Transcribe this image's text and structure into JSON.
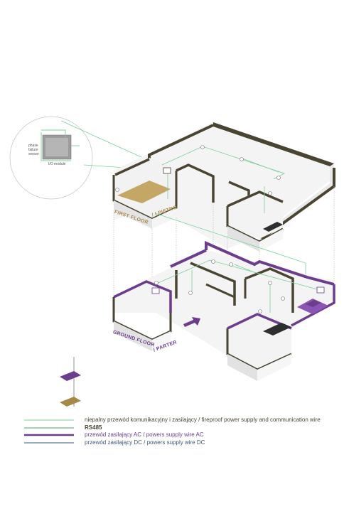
{
  "colors": {
    "green": "#7ccf9a",
    "purple": "#6b3d8c",
    "olive": "#4a4432",
    "gold": "#a48a46",
    "blue": "#3b5a78",
    "gray": "#9a9a9a",
    "wall": "#ededed"
  },
  "detail": {
    "sensor_label_1": "phase",
    "sensor_label_2": "failure",
    "sensor_label_3": "sensor",
    "module_label": "I/O module"
  },
  "floors": {
    "first": {
      "label_left": "FIRST FLOOR",
      "label_right": "/ I PIĘTRO"
    },
    "ground": {
      "label_left": "GROUND FLOOR",
      "label_right": "/ PARTER"
    }
  },
  "legend": [
    {
      "text": "niepalny przewód komunikacyjny i zasilający / fireproof power supply and communication wire",
      "color": "#7ccf9a"
    },
    {
      "text": "RS485",
      "color": "#5a9a6e"
    },
    {
      "text": "przewód zasilający AC / powers supply wire AC",
      "color": "#6b3d8c"
    },
    {
      "text": "przewód zasilający DC / powers supply wire DC",
      "color": "#3b5a78"
    }
  ]
}
